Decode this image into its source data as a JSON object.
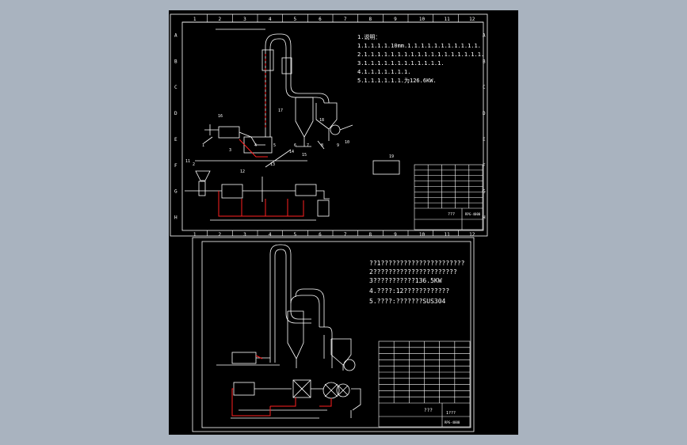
{
  "sheet_top": {
    "column_numbers": [
      "1",
      "2",
      "3",
      "4",
      "5",
      "6",
      "7",
      "8",
      "9",
      "10",
      "11",
      "12"
    ],
    "row_letters": [
      "A",
      "B",
      "C",
      "D",
      "E",
      "F",
      "G",
      "H"
    ],
    "notes": [
      "1.说明：",
      "1.1.1.1.1.10mm.1.1.1.1.1.1.1.1.1.1.1.",
      "2.1.1.1.1.1.1.1.1.1.1.1.1.1.1.1.1.1.1.",
      "3.1.1.1.1.1.1.1.1.1.1.1.1.",
      "4.1.1.1.1.1.1.1.",
      "5.1.1.1.1.1.1.为126.6KW."
    ],
    "part_labels": [
      "1",
      "2",
      "3",
      "4",
      "5",
      "6",
      "7",
      "8",
      "9",
      "10",
      "11",
      "12",
      "13",
      "14",
      "15",
      "16",
      "17",
      "18",
      "19"
    ],
    "title_block_name": "???",
    "title_block_code": "RPG-4000"
  },
  "sheet_bottom": {
    "notes": [
      "??1??????????????????????",
      "2??????????????????????",
      "3???????????136.5KW",
      "4.????:12????????????",
      "5.????:???????SUS304"
    ],
    "title_block_name": "???",
    "title_block_name2": "1???",
    "title_block_code": "RPG-4000"
  },
  "colors": {
    "background": "#a9b3bf",
    "paper": "#000000",
    "line": "#ffffff",
    "accent": "#ff2020"
  }
}
